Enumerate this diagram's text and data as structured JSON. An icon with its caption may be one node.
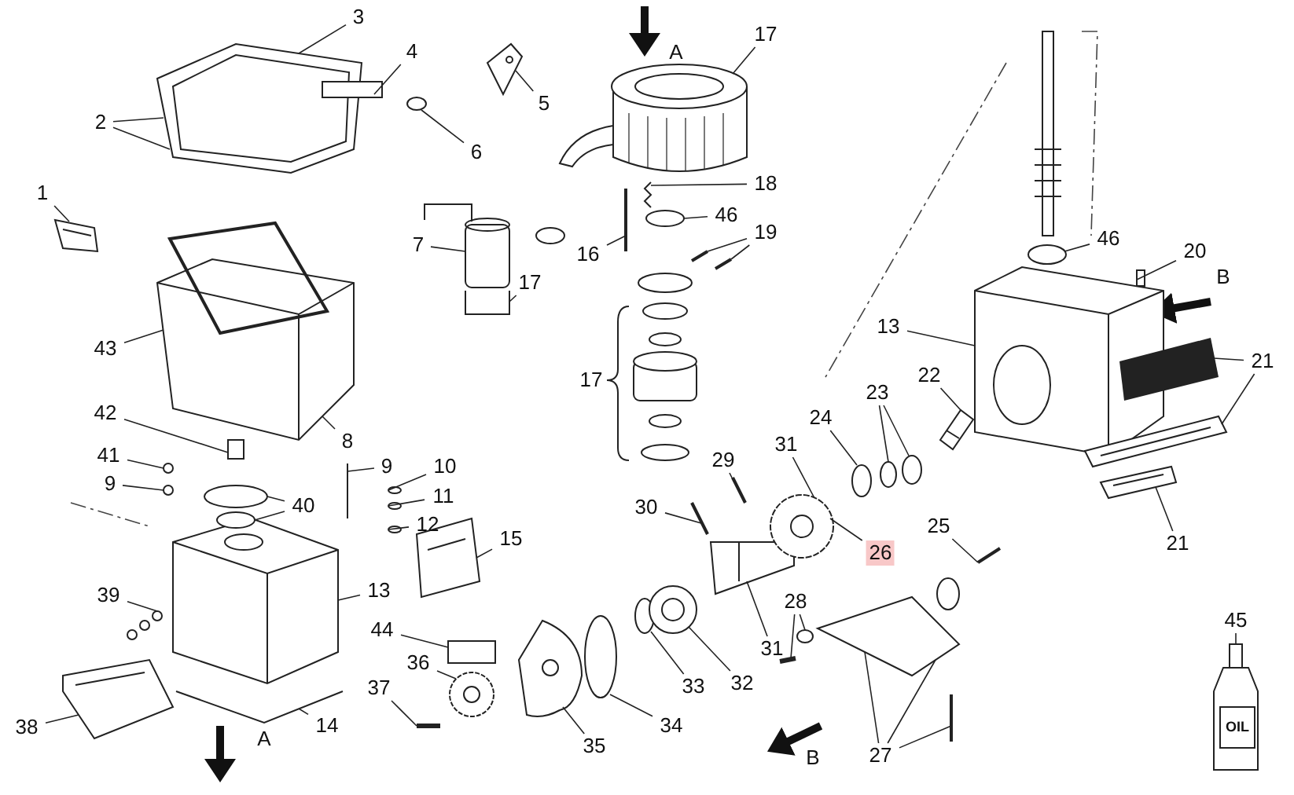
{
  "diagram": {
    "nodes": [
      {
        "text": [
          "1"
        ]
      },
      {
        "text": [
          "2"
        ]
      },
      {
        "text": [
          "3"
        ]
      },
      {
        "text": [
          "4"
        ]
      },
      {
        "text": [
          "5"
        ]
      },
      {
        "text": [
          "6"
        ]
      },
      {
        "text": [
          "17"
        ]
      },
      {
        "text": [
          "18"
        ]
      },
      {
        "text": [
          "46"
        ]
      },
      {
        "text": [
          "16"
        ]
      },
      {
        "text": [
          "19"
        ]
      },
      {
        "text": [
          "7"
        ]
      },
      {
        "text": [
          "17"
        ]
      },
      {
        "text": [
          "43"
        ]
      },
      {
        "text": [
          "17"
        ]
      },
      {
        "text": [
          "8"
        ]
      },
      {
        "text": [
          "42"
        ]
      },
      {
        "text": [
          "41"
        ]
      },
      {
        "text": [
          "9"
        ]
      },
      {
        "text": [
          "40"
        ]
      },
      {
        "text": [
          "9"
        ]
      },
      {
        "text": [
          "10"
        ]
      },
      {
        "text": [
          "11"
        ]
      },
      {
        "text": [
          "12"
        ]
      },
      {
        "text": [
          "15"
        ]
      },
      {
        "text": [
          "39"
        ]
      },
      {
        "text": [
          "13"
        ]
      },
      {
        "text": [
          "44"
        ]
      },
      {
        "text": [
          "14"
        ]
      },
      {
        "text": [
          "38"
        ]
      },
      {
        "text": [
          "36"
        ]
      },
      {
        "text": [
          "37"
        ]
      },
      {
        "text": [
          "35"
        ]
      },
      {
        "text": [
          "34"
        ]
      },
      {
        "text": [
          "33"
        ]
      },
      {
        "text": [
          "32"
        ]
      },
      {
        "text": [
          "31"
        ]
      },
      {
        "text": [
          "30"
        ]
      },
      {
        "text": [
          "29"
        ]
      },
      {
        "text": [
          "31"
        ]
      },
      {
        "text": [
          "24"
        ]
      },
      {
        "text": [
          "26"
        ]
      },
      {
        "text": [
          "23"
        ]
      },
      {
        "text": [
          "22"
        ]
      },
      {
        "text": [
          "25"
        ]
      },
      {
        "text": [
          "28"
        ]
      },
      {
        "text": [
          "27"
        ]
      },
      {
        "text": [
          "13"
        ]
      },
      {
        "text": [
          "20"
        ]
      },
      {
        "text": [
          "46"
        ]
      },
      {
        "text": [
          "21"
        ]
      },
      {
        "text": [
          "21"
        ]
      },
      {
        "text": [
          "45"
        ]
      },
      {
        "text": [],
        "shape": "picture"
      },
      {
        "text": [],
        "shape": "picture"
      },
      {
        "text": [],
        "shape": "box"
      },
      {
        "text": [],
        "shape": "picture"
      },
      {
        "text": [],
        "shape": "circle"
      },
      {
        "text": [],
        "shape": "picture"
      },
      {
        "text": [],
        "shape": "picture"
      },
      {
        "text": [],
        "shape": "circle"
      },
      {
        "text": [],
        "shape": "bar"
      },
      {
        "text": [],
        "shape": "picture"
      },
      {
        "text": [],
        "shape": "picture"
      },
      {
        "text": [],
        "shape": "picture"
      },
      {
        "text": [],
        "shape": "box"
      },
      {
        "text": [],
        "shape": "circle"
      },
      {
        "text": [],
        "shape": "circle"
      },
      {
        "text": [],
        "shape": "circle"
      },
      {
        "text": [],
        "shape": "bar"
      },
      {
        "text": [],
        "shape": "circle"
      },
      {
        "text": [],
        "shape": "circle"
      },
      {
        "text": [],
        "shape": "circle"
      },
      {
        "text": [],
        "shape": "picture"
      },
      {
        "text": [],
        "shape": "picture"
      },
      {
        "text": [],
        "shape": "picture"
      },
      {
        "text": [],
        "shape": "box"
      },
      {
        "text": [],
        "shape": "picture"
      },
      {
        "text": [],
        "shape": "picture"
      },
      {
        "text": [],
        "shape": "picture"
      },
      {
        "text": [],
        "shape": "bar"
      },
      {
        "text": [],
        "shape": "picture"
      },
      {
        "text": [],
        "shape": "circle"
      },
      {
        "text": [],
        "shape": "circle"
      },
      {
        "text": [],
        "shape": "picture"
      },
      {
        "text": [],
        "shape": "picture"
      },
      {
        "text": [],
        "shape": "bar"
      },
      {
        "text": [],
        "shape": "bar"
      },
      {
        "text": [],
        "shape": "picture"
      },
      {
        "text": [],
        "shape": "circle"
      },
      {
        "text": [],
        "shape": "circle"
      },
      {
        "text": [],
        "shape": "circle"
      },
      {
        "text": [],
        "shape": "picture"
      },
      {
        "text": [],
        "shape": "bar"
      },
      {
        "text": [],
        "shape": "circle"
      },
      {
        "text": [],
        "shape": "bar"
      },
      {
        "text": [],
        "shape": "picture"
      },
      {
        "text": [],
        "shape": "bar"
      },
      {
        "text": [],
        "shape": "picture"
      },
      {
        "text": [],
        "shape": "box"
      },
      {
        "text": [],
        "shape": "circle"
      },
      {
        "text": [],
        "shape": "picture"
      },
      {
        "text": [],
        "shape": "picture"
      },
      {
        "text": [],
        "shape": "picture"
      },
      {
        "text": [],
        "shape": "picture"
      },
      {
        "text": [],
        "shape": "circle"
      }
    ],
    "edges": [
      {
        "from": 0,
        "to": 53,
        "arrow": "none"
      },
      {
        "from": 1,
        "to": 54,
        "arrow": "none"
      },
      {
        "from": 1,
        "to": 54,
        "arrow": "none"
      },
      {
        "from": 2,
        "to": 54,
        "arrow": "none"
      },
      {
        "from": 3,
        "to": 55,
        "arrow": "none"
      },
      {
        "from": 4,
        "to": 56,
        "arrow": "none"
      },
      {
        "from": 5,
        "to": 57,
        "arrow": "none"
      },
      {
        "from": 6,
        "to": 58,
        "arrow": "none"
      },
      {
        "from": 7,
        "to": 59,
        "arrow": "none"
      },
      {
        "from": 8,
        "to": 60,
        "arrow": "none"
      },
      {
        "from": 9,
        "to": 61,
        "arrow": "none"
      },
      {
        "from": 10,
        "to": 62,
        "arrow": "none"
      },
      {
        "from": 10,
        "to": 62,
        "arrow": "none"
      },
      {
        "from": 11,
        "to": 63,
        "arrow": "none"
      },
      {
        "from": 12,
        "to": 63,
        "arrow": "none"
      },
      {
        "from": 13,
        "to": 64,
        "arrow": "none"
      },
      {
        "from": 15,
        "to": 64,
        "arrow": "none"
      },
      {
        "from": 16,
        "to": 65,
        "arrow": "none"
      },
      {
        "from": 17,
        "to": 66,
        "arrow": "none"
      },
      {
        "from": 18,
        "to": 67,
        "arrow": "none"
      },
      {
        "from": 19,
        "to": 68,
        "arrow": "none"
      },
      {
        "from": 19,
        "to": 105,
        "arrow": "none"
      },
      {
        "from": 20,
        "to": 69,
        "arrow": "none"
      },
      {
        "from": 21,
        "to": 70,
        "arrow": "none"
      },
      {
        "from": 22,
        "to": 71,
        "arrow": "none"
      },
      {
        "from": 23,
        "to": 72,
        "arrow": "none"
      },
      {
        "from": 24,
        "to": 73,
        "arrow": "none"
      },
      {
        "from": 25,
        "to": 74,
        "arrow": "none"
      },
      {
        "from": 26,
        "to": 75,
        "arrow": "none"
      },
      {
        "from": 27,
        "to": 76,
        "arrow": "none"
      },
      {
        "from": 28,
        "to": 77,
        "arrow": "none"
      },
      {
        "from": 29,
        "to": 78,
        "arrow": "none"
      },
      {
        "from": 30,
        "to": 79,
        "arrow": "none"
      },
      {
        "from": 31,
        "to": 80,
        "arrow": "none"
      },
      {
        "from": 32,
        "to": 81,
        "arrow": "none"
      },
      {
        "from": 33,
        "to": 82,
        "arrow": "none"
      },
      {
        "from": 34,
        "to": 83,
        "arrow": "none"
      },
      {
        "from": 35,
        "to": 84,
        "arrow": "none"
      },
      {
        "from": 36,
        "to": 85,
        "arrow": "none"
      },
      {
        "from": 37,
        "to": 86,
        "arrow": "none"
      },
      {
        "from": 38,
        "to": 87,
        "arrow": "none"
      },
      {
        "from": 39,
        "to": 88,
        "arrow": "none"
      },
      {
        "from": 40,
        "to": 89,
        "arrow": "none"
      },
      {
        "from": 41,
        "to": 88,
        "arrow": "none"
      },
      {
        "from": 42,
        "to": 90,
        "arrow": "none"
      },
      {
        "from": 42,
        "to": 91,
        "arrow": "none"
      },
      {
        "from": 43,
        "to": 92,
        "arrow": "none"
      },
      {
        "from": 44,
        "to": 93,
        "arrow": "none"
      },
      {
        "from": 45,
        "to": 94,
        "arrow": "none"
      },
      {
        "from": 45,
        "to": 95,
        "arrow": "none"
      },
      {
        "from": 46,
        "to": 96,
        "arrow": "none"
      },
      {
        "from": 46,
        "to": 96,
        "arrow": "none"
      },
      {
        "from": 46,
        "to": 97,
        "arrow": "none"
      },
      {
        "from": 47,
        "to": 98,
        "arrow": "none"
      },
      {
        "from": 48,
        "to": 99,
        "arrow": "none"
      },
      {
        "from": 49,
        "to": 100,
        "arrow": "none"
      },
      {
        "from": 50,
        "to": 101,
        "arrow": "none"
      },
      {
        "from": 50,
        "to": 102,
        "arrow": "none"
      },
      {
        "from": 51,
        "to": 103,
        "arrow": "none"
      },
      {
        "from": 52,
        "to": 104,
        "arrow": "none"
      }
    ],
    "labels": [
      "A",
      "B",
      "A",
      "B",
      "OIL"
    ]
  }
}
